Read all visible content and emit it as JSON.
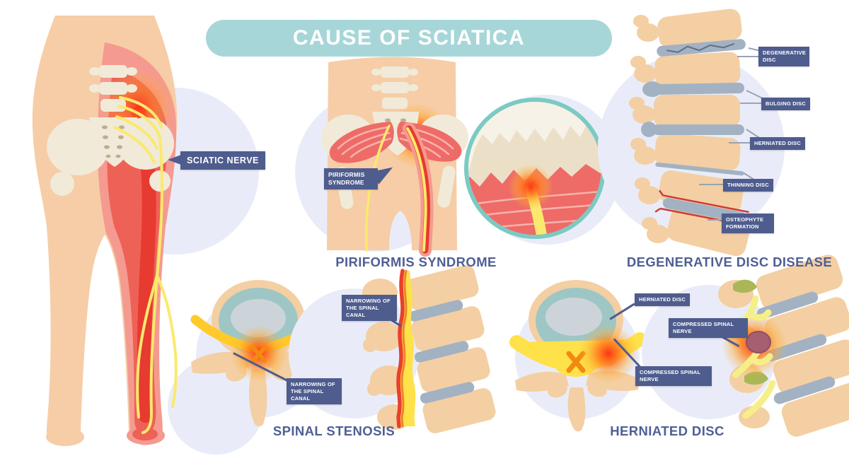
{
  "title": "CAUSE OF SCIATICA",
  "colors": {
    "title_bg": "#a7d6d8",
    "heading_text": "#4e5f94",
    "badge_bg": "#4e5c8e",
    "badge_text": "#ffffff",
    "background_circle": "#e9ecf8",
    "skin": "#f6cda6",
    "pain_light": "#f59a90",
    "pain_mid": "#ee6156",
    "pain_deep": "#e73a30",
    "nerve_yellow": "#fbe96d",
    "nerve_gold": "#ffca2a",
    "bone_cream": "#f1ead9",
    "vertebra_tan": "#f3cfa3",
    "disc_gray": "#a3b2c2",
    "disc_teal": "#9ec6c5",
    "inset_ring": "#7bcac3",
    "muscle_red": "#ee6b67",
    "canal_yellow": "#ffe14a",
    "inflammation_red": "#e8402a",
    "herniation_purple": "#a55f70",
    "ligament_green": "#a9b757"
  },
  "sections": {
    "sciatic": {
      "label": "SCIATIC NERVE"
    },
    "piriformis": {
      "heading": "PIRIFORMIS SYNDROME",
      "badge": "PIRIFORMIS SYNDROME"
    },
    "degenerative": {
      "heading": "DEGENERATIVE DISC DISEASE",
      "labels": [
        "DEGENERATIVE DISC",
        "BULGING DISC",
        "HERNIATED DISC",
        "THINNING DISC",
        "OSTEOPHYTE FORMATION"
      ]
    },
    "stenosis": {
      "heading": "SPINAL STENOSIS",
      "labels": [
        "NARROWING OF THE SPINAL CANAL",
        "NARROWING OF THE SPINAL CANAL"
      ]
    },
    "herniated": {
      "heading": "HERNIATED DISC",
      "labels": [
        "HERNIATED DISC",
        "COMPRESSED SPINAL NERVE",
        "COMPRESSED SPINAL NERVE"
      ]
    }
  }
}
